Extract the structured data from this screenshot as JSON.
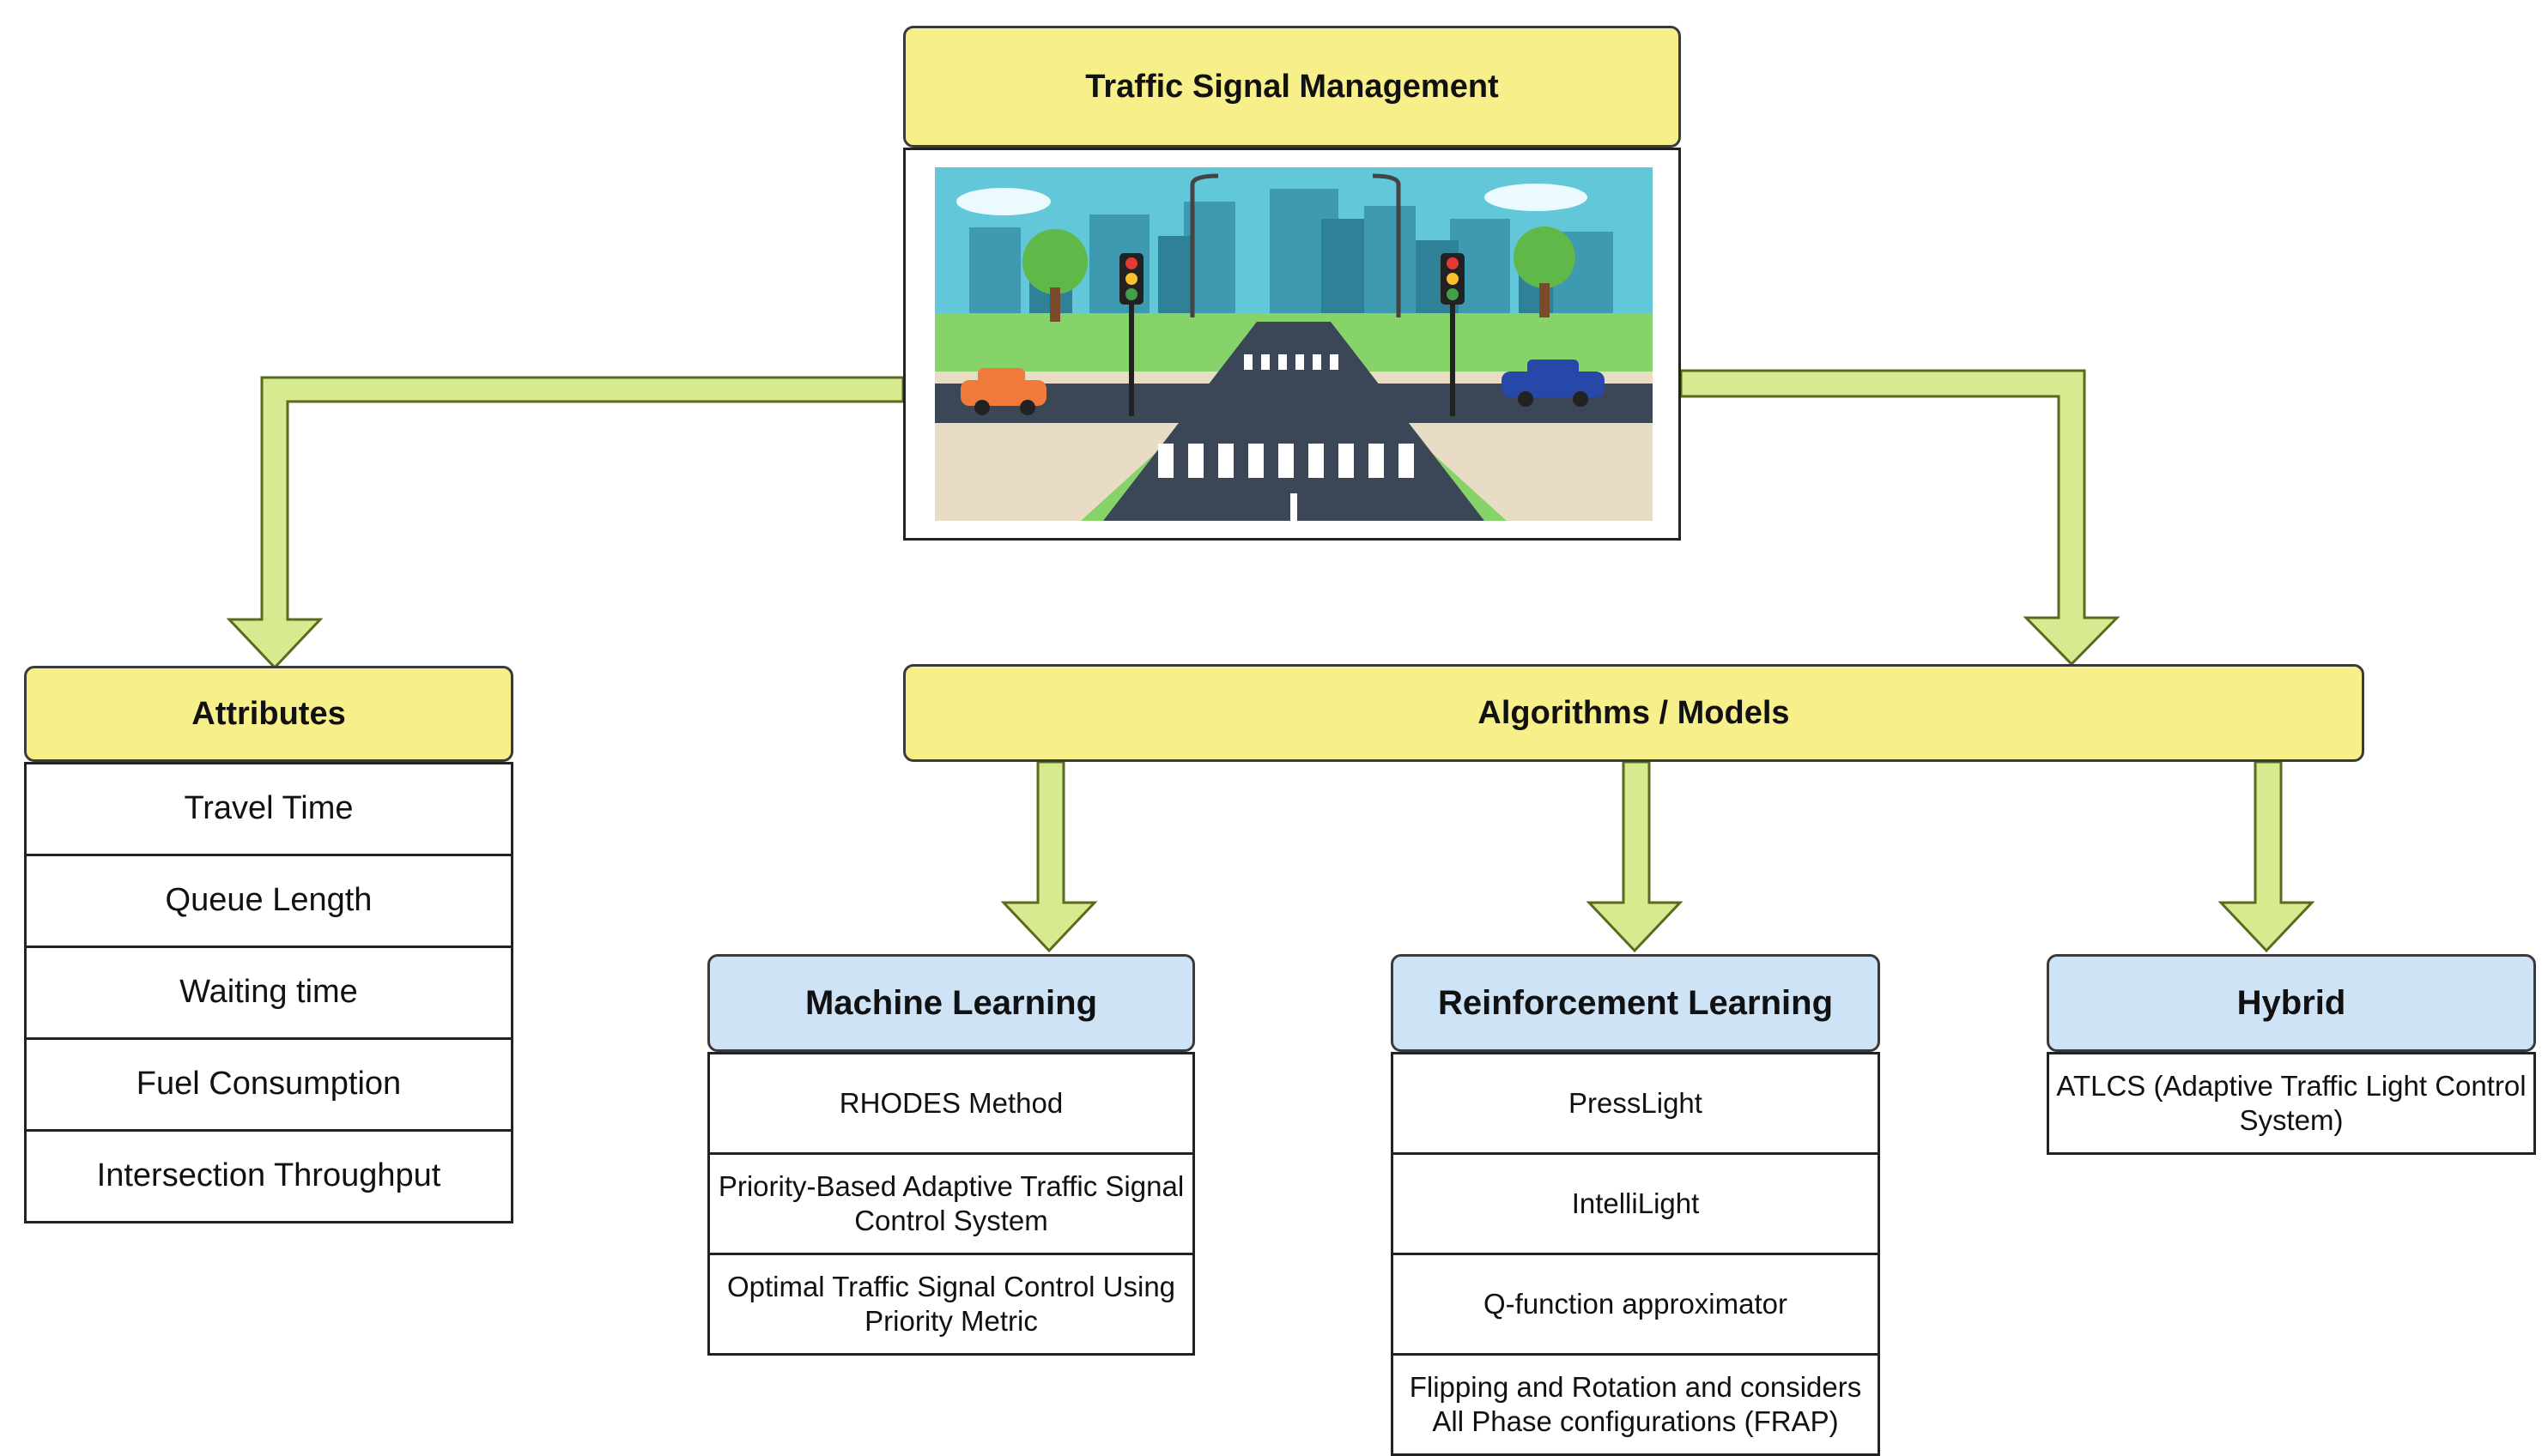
{
  "title": "Traffic Signal Management",
  "attributes": {
    "header": "Attributes",
    "items": [
      "Travel Time",
      "Queue Length",
      "Waiting time",
      "Fuel Consumption",
      "Intersection Throughput"
    ]
  },
  "algorithms": {
    "header": "Algorithms  / Models"
  },
  "machine_learning": {
    "header": "Machine Learning",
    "items": [
      "RHODES Method",
      "Priority-Based Adaptive Traffic Signal Control System",
      "Optimal Traffic Signal Control Using Priority Metric"
    ]
  },
  "reinforcement_learning": {
    "header": "Reinforcement Learning",
    "items": [
      "PressLight",
      "IntelliLight",
      "Q-function approximator",
      "Flipping and Rotation and considers All Phase configurations (FRAP)"
    ]
  },
  "hybrid": {
    "header": "Hybrid",
    "items": [
      "ATLCS (Adaptive Traffic Light Control System)"
    ]
  },
  "colors": {
    "yellow_header": "#f6ef8a",
    "blue_header": "#cfe3f6",
    "arrow_fill": "#d6ea8f",
    "arrow_stroke": "#5a6b1f"
  }
}
